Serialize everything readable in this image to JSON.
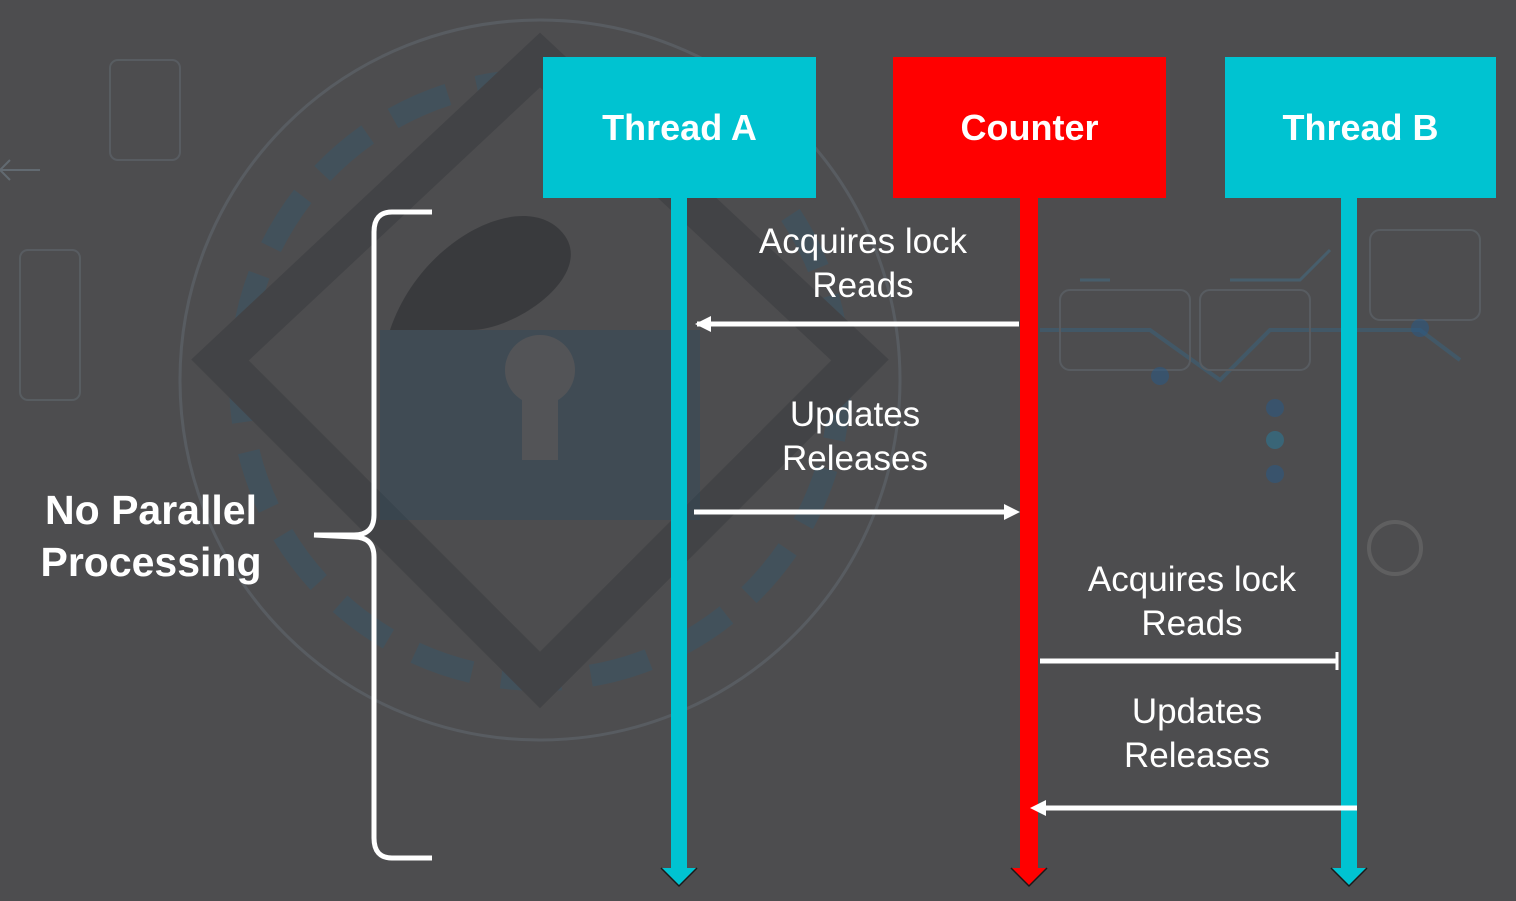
{
  "colors": {
    "background": "#4d4d4f",
    "thread_color": "#00c3d1",
    "counter_color": "#ff0000",
    "text_color": "#ffffff"
  },
  "lanes": {
    "thread_a": {
      "label": "Thread A"
    },
    "counter": {
      "label": "Counter"
    },
    "thread_b": {
      "label": "Thread B"
    }
  },
  "messages": [
    {
      "line1": "Acquires lock",
      "line2": "Reads",
      "from": "counter",
      "to": "thread_a"
    },
    {
      "line1": "Updates",
      "line2": "Releases",
      "from": "thread_a",
      "to": "counter"
    },
    {
      "line1": "Acquires lock",
      "line2": "Reads",
      "from": "counter",
      "to": "thread_b"
    },
    {
      "line1": "Updates",
      "line2": "Releases",
      "from": "thread_b",
      "to": "counter"
    }
  ],
  "side_label": {
    "line1": "No Parallel",
    "line2": "Processing"
  }
}
